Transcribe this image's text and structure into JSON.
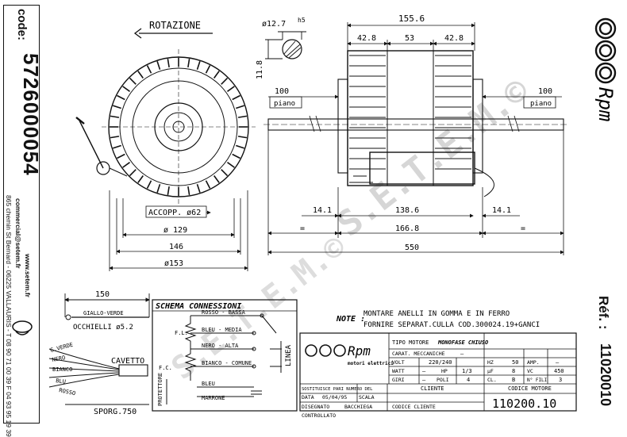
{
  "sidebar": {
    "code_label": "code:",
    "code_value": "5726000054",
    "address_1": "865 chemin St Bernard - 06225 VALLAURIS - T 08 90 71 00 39  F 04 93 95 19 39",
    "address_2": "commercial@setem.fr",
    "address_3": "www.setem.fr"
  },
  "drawing": {
    "rotation_label": "ROTAZIONE",
    "shaft_diam": "ø12.7",
    "shaft_tol": "h5",
    "key_height": "11.8",
    "total_body": "155.6",
    "seg_left": "42.8",
    "seg_mid": "53",
    "seg_right": "42.8",
    "shaft_left_len": "100",
    "shaft_right_len": "100",
    "plane_left": "piano",
    "plane_right": "piano",
    "coupling": "ACCOPP. ø62",
    "diam_129": "ø 129",
    "width_146": "146",
    "diam_153": "ø153",
    "offset_left": "14.1",
    "body_len": "138.6",
    "offset_right": "14.1",
    "eq_left": "=",
    "frame_len": "166.8",
    "eq_right": "=",
    "total_len": "550"
  },
  "cable": {
    "length_150": "150",
    "giallo_verde": "GIALLO-VERDE",
    "occhielli": "OCCHIELLI ø5.2",
    "g_verde": "G.VERDE",
    "nero": "NERO",
    "bianco": "BIANCO",
    "blu": "BLU",
    "rosso": "ROSSO",
    "cavetto": "CAVETTO",
    "sporg": "SPORG.750"
  },
  "schema": {
    "title": "SCHEMA CONNESSIONI",
    "rosso_bassa": "ROSSO - BASSA",
    "blu_media": "BLEU - MEDIA",
    "nero_alta": "NERO - ALTA",
    "bianco_comune": "BIANCO - COMUNE",
    "blu": "BLEU",
    "marrone": "MARRONE",
    "fl": "F.L.",
    "fc": "F.C.",
    "protettore": "PROTETTORE",
    "linea": "LINEA"
  },
  "note": {
    "label": "NOTE :",
    "line1": "MONTARE ANELLI IN GOMMA E IN FERRO",
    "line2": "FORNIRE SEPARAT.CULLA COD.300024.19+GANCI"
  },
  "title_block": {
    "brand": "Rpm",
    "brand_sub": "motori elettrici",
    "tipo_motore_label": "TIPO MOTORE",
    "tipo_motore": "MONOFASE CHIUSO",
    "carat_label": "CARAT. MECCANICHE",
    "carat_value": "—",
    "volt_label": "VOLT",
    "volt_value": "220/240",
    "hz_label": "HZ",
    "hz_value": "50",
    "amp_label": "AMP.",
    "amp_value": "—",
    "watt_label": "WATT",
    "watt_value": "—",
    "hp_label": "HP",
    "hp_value": "1/3",
    "uf_label": "µF",
    "uf_value": "8",
    "vc_label": "VC",
    "vc_value": "450",
    "giri_label": "GIRI",
    "giri_value": "—",
    "poli_label": "POLI",
    "poli_value": "4",
    "cl_label": "CL.",
    "cl_value": "B",
    "fili_label": "N° FILI",
    "fili_value": "3",
    "sost_label": "SOSTITUISCE PARI NUMERO DEL",
    "data_label": "DATA",
    "data_value": "05/04/95",
    "scala_label": "SCALA",
    "disegnato_label": "DISEGNATO",
    "disegnato_value": "BACCHIEGA",
    "controllato_label": "CONTROLLATO",
    "cliente_label": "CLIENTE",
    "codice_motore_label": "CODICE MOTORE",
    "codice_cliente_label": "CODICE CLIENTE",
    "codice_motore": "110200.10"
  },
  "right_logo": {
    "brand": "Rpm",
    "ref_label": "Réf. :",
    "ref_value": "11020010"
  },
  "watermark": "S.E.T.E.M.©"
}
